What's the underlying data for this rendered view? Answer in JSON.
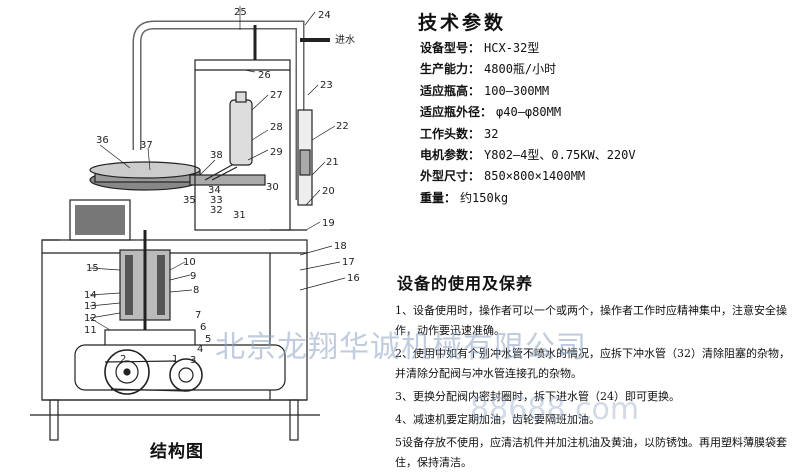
{
  "diagram": {
    "caption": "结构图",
    "part_labels": [
      "1",
      "2",
      "3",
      "4",
      "5",
      "6",
      "7",
      "8",
      "9",
      "10",
      "11",
      "12",
      "13",
      "14",
      "15",
      "16",
      "17",
      "18",
      "19",
      "20",
      "21",
      "22",
      "23",
      "24",
      "25",
      "26",
      "27",
      "28",
      "29",
      "30",
      "31",
      "32",
      "33",
      "34",
      "35",
      "36",
      "37",
      "38"
    ],
    "inlet_label": "进水"
  },
  "specs": {
    "title": "技术参数",
    "items": [
      {
        "label": "设备型号：",
        "value": "HCX-32型"
      },
      {
        "label": "生产能力：",
        "value": "4800瓶/小时"
      },
      {
        "label": "适应瓶高：",
        "value": "100—300MM"
      },
      {
        "label": "适应瓶外径：",
        "value": "φ40—φ80MM"
      },
      {
        "label": "工作头数：",
        "value": "32"
      },
      {
        "label": "电机参数：",
        "value": "Y802—4型、0.75KW、220V"
      },
      {
        "label": "外型尺寸：",
        "value": "850×800×1400MM"
      },
      {
        "label": "重量：",
        "value": "约150kg"
      }
    ]
  },
  "usage": {
    "title": "设备的使用及保养",
    "items": [
      "1、设备使用时，操作者可以一个或两个，操作者工作时应精神集中，注意安全操作，动作要迅速准确。",
      "2、使用中如有个别冲水管不喷水的情况，应拆下冲水管（32）清除阻塞的杂物，并清除分配阀与冲水管连接孔的杂物。",
      "3、更换分配阀内密封圈时，拆下进水管（24）即可更换。",
      "4、减速机要定期加油，齿轮要隔班加油。",
      "5设备存放不使用，应清洁机件并加注机油及黄油，以防锈蚀。再用塑料薄膜袋套住，保持清洁。"
    ]
  },
  "watermark": {
    "line1": "北京龙翔华诚机械有限公司",
    "line2": "88688.com"
  }
}
